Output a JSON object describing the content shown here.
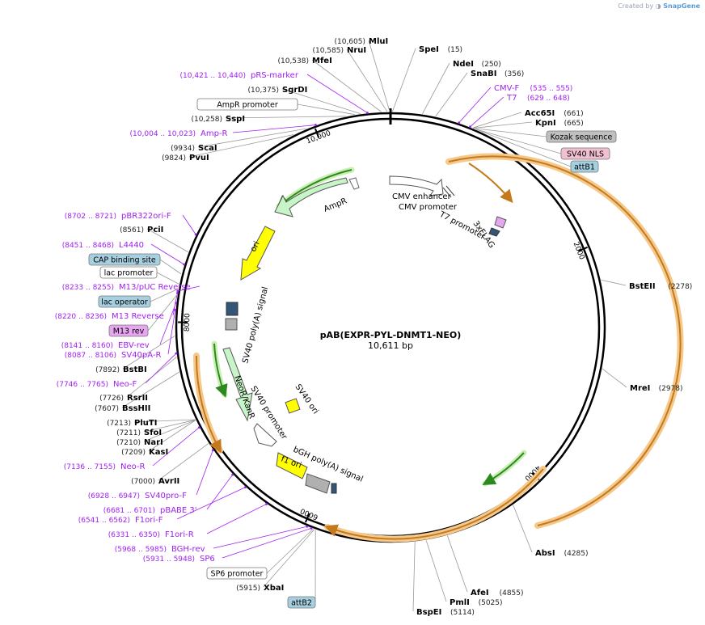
{
  "branding": {
    "created_by": "Created by",
    "product": "SnapGene"
  },
  "plasmid": {
    "name": "pAB(EXPR-PYL-DNMT1-NEO)",
    "size_label": "10,611 bp",
    "length_bp": 10611
  },
  "ticks": [
    {
      "label": "2000",
      "bp": 2000
    },
    {
      "label": "4000",
      "bp": 4000
    },
    {
      "label": "6000",
      "bp": 6000
    },
    {
      "label": "8000",
      "bp": 8000
    },
    {
      "label": "10,000",
      "bp": 10000
    }
  ],
  "enzymes": [
    {
      "name": "MluI",
      "pos": "(10,605)",
      "bp": 10605
    },
    {
      "name": "NruI",
      "pos": "(10,585)",
      "bp": 10585
    },
    {
      "name": "MfeI",
      "pos": "(10,538)",
      "bp": 10538
    },
    {
      "name": "SgrDI",
      "pos": "(10,375)",
      "bp": 10375
    },
    {
      "name": "SspI",
      "pos": "(10,258)",
      "bp": 10258
    },
    {
      "name": "ScaI",
      "pos": "(9934)",
      "bp": 9934
    },
    {
      "name": "PvuI",
      "pos": "(9824)",
      "bp": 9824
    },
    {
      "name": "PciI",
      "pos": "(8561)",
      "bp": 8561
    },
    {
      "name": "BstBI",
      "pos": "(7892)",
      "bp": 7892
    },
    {
      "name": "RsrII",
      "pos": "(7726)",
      "bp": 7726
    },
    {
      "name": "BssHII",
      "pos": "(7607)",
      "bp": 7607
    },
    {
      "name": "PluTI",
      "pos": "(7213)",
      "bp": 7213
    },
    {
      "name": "SfoI",
      "pos": "(7211)",
      "bp": 7211
    },
    {
      "name": "NarI",
      "pos": "(7210)",
      "bp": 7210
    },
    {
      "name": "KasI",
      "pos": "(7209)",
      "bp": 7209
    },
    {
      "name": "AvrII",
      "pos": "(7000)",
      "bp": 7000
    },
    {
      "name": "XbaI",
      "pos": "(5915)",
      "bp": 5915
    },
    {
      "name": "SpeI",
      "pos": "(15)",
      "bp": 15
    },
    {
      "name": "NdeI",
      "pos": "(250)",
      "bp": 250
    },
    {
      "name": "SnaBI",
      "pos": "(356)",
      "bp": 356
    },
    {
      "name": "Acc65I",
      "pos": "(661)",
      "bp": 661
    },
    {
      "name": "KpnI",
      "pos": "(665)",
      "bp": 665
    },
    {
      "name": "BstEII",
      "pos": "(2278)",
      "bp": 2278
    },
    {
      "name": "MreI",
      "pos": "(2978)",
      "bp": 2978
    },
    {
      "name": "AbsI",
      "pos": "(4285)",
      "bp": 4285
    },
    {
      "name": "AfeI",
      "pos": "(4855)",
      "bp": 4855
    },
    {
      "name": "PmlI",
      "pos": "(5025)",
      "bp": 5025
    },
    {
      "name": "BspEI",
      "pos": "(5114)",
      "bp": 5114
    }
  ],
  "primers": [
    {
      "name": "pRS-marker",
      "pos": "(10,421 .. 10,440)"
    },
    {
      "name": "Amp-R",
      "pos": "(10,004 .. 10,023)"
    },
    {
      "name": "pBR322ori-F",
      "pos": "(8702 .. 8721)"
    },
    {
      "name": "L4440",
      "pos": "(8451 .. 8468)"
    },
    {
      "name": "M13/pUC Reverse",
      "pos": "(8233 .. 8255)"
    },
    {
      "name": "M13 Reverse",
      "pos": "(8220 .. 8236)"
    },
    {
      "name": "EBV-rev",
      "pos": "(8141 .. 8160)"
    },
    {
      "name": "SV40pA-R",
      "pos": "(8087 .. 8106)"
    },
    {
      "name": "Neo-F",
      "pos": "(7746 .. 7765)"
    },
    {
      "name": "Neo-R",
      "pos": "(7136 .. 7155)"
    },
    {
      "name": "SV40pro-F",
      "pos": "(6928 .. 6947)"
    },
    {
      "name": "pBABE 3'",
      "pos": "(6681 .. 6701)"
    },
    {
      "name": "F1ori-F",
      "pos": "(6541 .. 6562)"
    },
    {
      "name": "F1ori-R",
      "pos": "(6331 .. 6350)"
    },
    {
      "name": "BGH-rev",
      "pos": "(5968 .. 5985)"
    },
    {
      "name": "SP6",
      "pos": "(5931 .. 5948)"
    },
    {
      "name": "CMV-F",
      "pos": "(535 .. 555)"
    },
    {
      "name": "T7",
      "pos": "(629 .. 648)"
    }
  ],
  "boxed_features": [
    {
      "name": "AmpR promoter"
    },
    {
      "name": "CAP binding site"
    },
    {
      "name": "lac promoter"
    },
    {
      "name": "lac operator"
    },
    {
      "name": "M13 rev"
    },
    {
      "name": "SP6 promoter"
    },
    {
      "name": "attB2"
    },
    {
      "name": "Kozak sequence"
    },
    {
      "name": "SV40 NLS"
    },
    {
      "name": "attB1"
    }
  ],
  "inner_features": [
    {
      "name": "CMV enhancer"
    },
    {
      "name": "CMV promoter"
    },
    {
      "name": "T7 promoter"
    },
    {
      "name": "3xFLAG"
    },
    {
      "name": "AmpR"
    },
    {
      "name": "ori"
    },
    {
      "name": "SV40 poly(A) signal"
    },
    {
      "name": "NeoR/KanR"
    },
    {
      "name": "SV40 promoter"
    },
    {
      "name": "SV40 ori"
    },
    {
      "name": "bGH poly(A) signal"
    },
    {
      "name": "f1 ori"
    }
  ],
  "colors": {
    "enzyme_text": "#000000",
    "position_text": "#222222",
    "primer": "#a020f0",
    "ampr_fill": "#c8f5c8",
    "ori_fill": "#ffff00",
    "orange": "#c47a1c",
    "orange_glow": "#f5c98c",
    "green": "#2d8a1e",
    "green_glow": "#c9efb4",
    "attb_fill": "#a6cfe0",
    "sv40nls_fill": "#f0c0d0",
    "m13rev_fill": "#e6a6f0",
    "kozak_fill": "#c0c0c0",
    "grey_block": "#b0b0b0"
  }
}
